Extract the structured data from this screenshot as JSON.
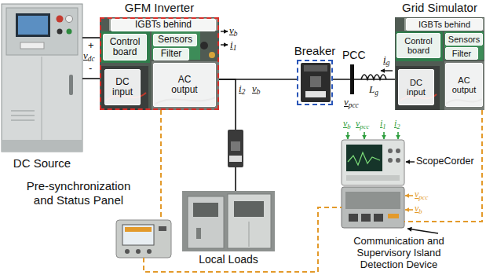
{
  "diagram": {
    "nodes": [
      {
        "text": [
          "DC Source"
        ]
      },
      {
        "text": [
          "GFM Inverter"
        ]
      },
      {
        "text": [
          "IGBTs behind"
        ],
        "in": 1
      },
      {
        "text": [
          "Control board"
        ],
        "in": 1
      },
      {
        "text": [
          "Sensors"
        ],
        "in": 1
      },
      {
        "text": [
          "Filter"
        ],
        "in": 1
      },
      {
        "text": [
          "DC input"
        ],
        "in": 1
      },
      {
        "text": [
          "AC output"
        ],
        "in": 1
      },
      {
        "text": [
          "Breaker"
        ]
      },
      {
        "text": [
          "Grid Simulator"
        ]
      },
      {
        "text": [
          "IGBTs behind"
        ],
        "in": 9
      },
      {
        "text": [
          "Control board"
        ],
        "in": 9
      },
      {
        "text": [
          "Sensors"
        ],
        "in": 9
      },
      {
        "text": [
          "Filter"
        ],
        "in": 9
      },
      {
        "text": [
          "DC input"
        ],
        "in": 9
      },
      {
        "text": [
          "AC output"
        ],
        "in": 9
      },
      {
        "text": [
          "Local Loads"
        ]
      },
      {
        "text": [
          "Pre-synchronization and Status Panel"
        ]
      },
      {
        "text": [
          "ScopeCorder"
        ]
      },
      {
        "text": [
          "Communication and Supervisory Island Detection Device"
        ]
      }
    ],
    "edges": [
      {
        "from": 0,
        "to": 1,
        "arrow": "none"
      },
      {
        "from": 1,
        "to": 8,
        "arrow": "none"
      },
      {
        "from": 8,
        "to": 9,
        "arrow": "none"
      },
      {
        "from": 1,
        "to": 16,
        "arrow": "none"
      },
      {
        "from": 1,
        "to": 17,
        "arrow": "none"
      },
      {
        "from": 17,
        "to": 19,
        "arrow": "none"
      },
      {
        "from": 9,
        "to": 19,
        "arrow": "none"
      }
    ],
    "labels": [
      "+",
      "vdc",
      "-",
      "vb",
      "i1",
      "i2",
      "vb",
      "PCC",
      "vpcc",
      "ig",
      "Lg",
      "vb",
      "vpcc",
      "i1",
      "i2",
      "vpcc",
      "vb"
    ]
  }
}
